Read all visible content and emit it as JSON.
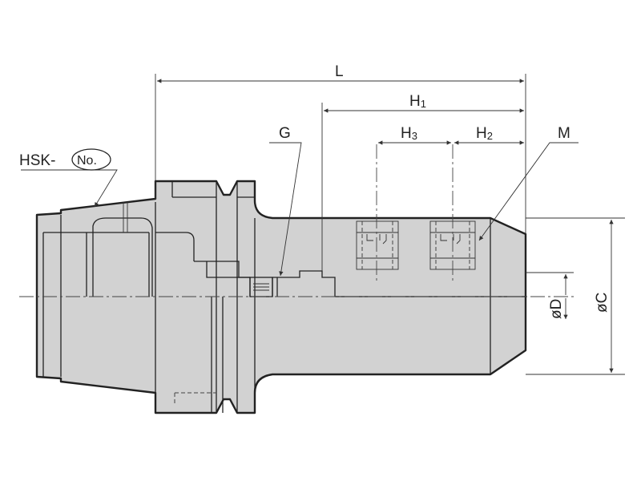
{
  "labels": {
    "L": "L",
    "H1": "H",
    "H1_sub": "1",
    "H2": "H",
    "H2_sub": "2",
    "H3": "H",
    "H3_sub": "3",
    "G": "G",
    "M": "M",
    "hsk_prefix": "HSK-",
    "hsk_no": "No.",
    "oD": "øD",
    "oC": "øC"
  },
  "colors": {
    "body_fill": "#d2d2d2",
    "line": "#222222"
  }
}
